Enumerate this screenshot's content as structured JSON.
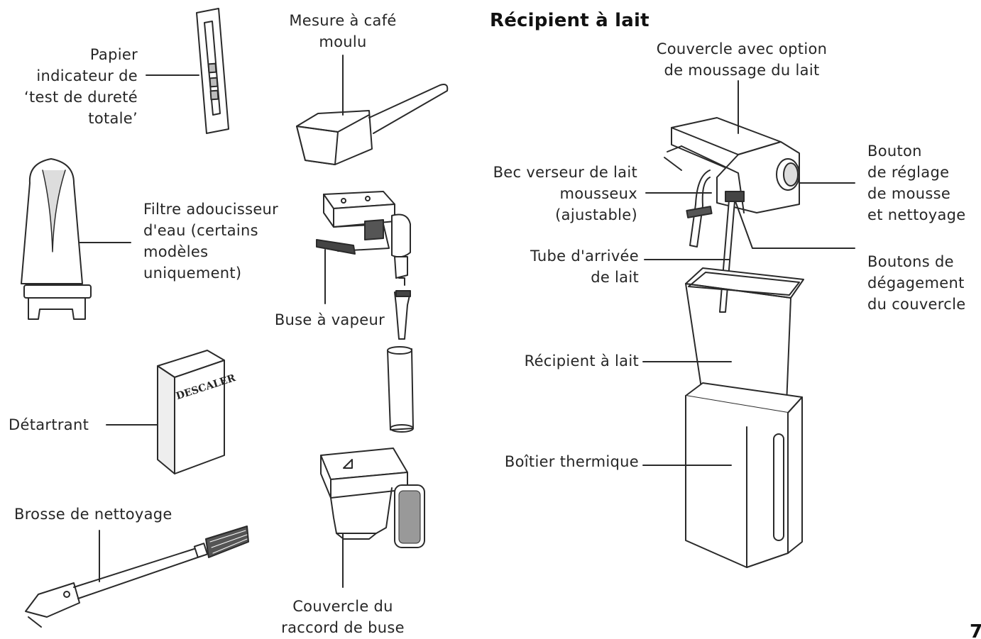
{
  "section_title": "Récipient à lait",
  "labels": {
    "papier": "Papier\nindicateur de\n‘test de dureté\ntotale’",
    "mesure": "Mesure à café\nmoulu",
    "filtre": "Filtre adoucisseur\nd'eau (certains\nmodèles\nuniquement)",
    "buse_vapeur": "Buse à vapeur",
    "detartrant": "Détartrant",
    "descaler_text": "DESCALER",
    "brosse": "Brosse de nettoyage",
    "couvercle_raccord": "Couvercle du\nraccord de buse",
    "couvercle_option": "Couvercle avec option\nde moussage du lait",
    "bec": "Bec verseur de lait\nmousseux\n(ajustable)",
    "bouton_reglage": "Bouton\nde réglage\nde mousse\net nettoyage",
    "tube": "Tube d'arrivée\nde lait",
    "boutons_degagement": "Boutons de\ndégagement\ndu couvercle",
    "recipient": "Récipient à lait",
    "boitier": "Boîtier thermique"
  },
  "page_number": "7"
}
